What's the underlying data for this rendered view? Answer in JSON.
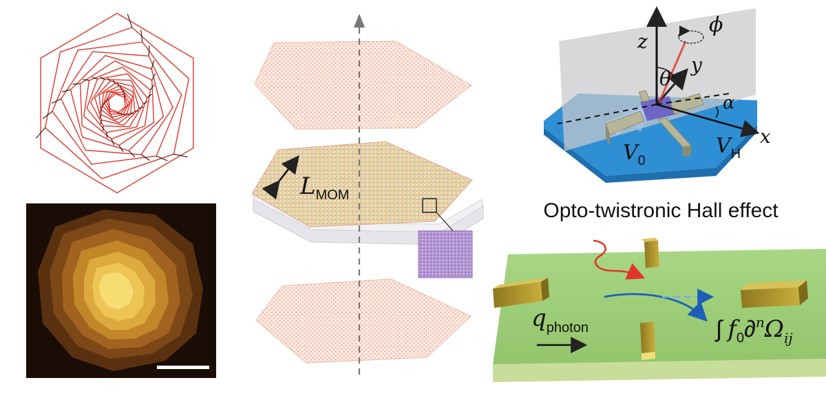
{
  "panel_mom": {
    "label_main": "L",
    "label_sub": "MOM"
  },
  "panel_geometry": {
    "axis_z": "z",
    "axis_y": "y",
    "axis_x": "x",
    "angle_phi": "ϕ",
    "angle_theta": "θ",
    "angle_alpha": "α",
    "v0_main": "V",
    "v0_sub": "0",
    "vh_main": "V",
    "vh_sub": "H"
  },
  "panel_hall": {
    "title": "Opto-twistronic Hall effect",
    "q_main": "q",
    "q_sub": "photon",
    "integral_sign": "∫",
    "f_main": "f",
    "f_sub": "0",
    "partial": "∂",
    "n_sup": "n",
    "omega": "Ω",
    "ij_sub": "ij"
  },
  "colors": {
    "spiral_red": "#e0352b",
    "afm_dark": "#1a0d05",
    "afm_bright": "#f3d46a",
    "lattice_pink": "#f3c9b8",
    "inset_purple": "#a98cc8",
    "device_blue": "#2f8fd4",
    "hall_green": "#9fcf79",
    "contact_gold": "#b59b2e"
  }
}
